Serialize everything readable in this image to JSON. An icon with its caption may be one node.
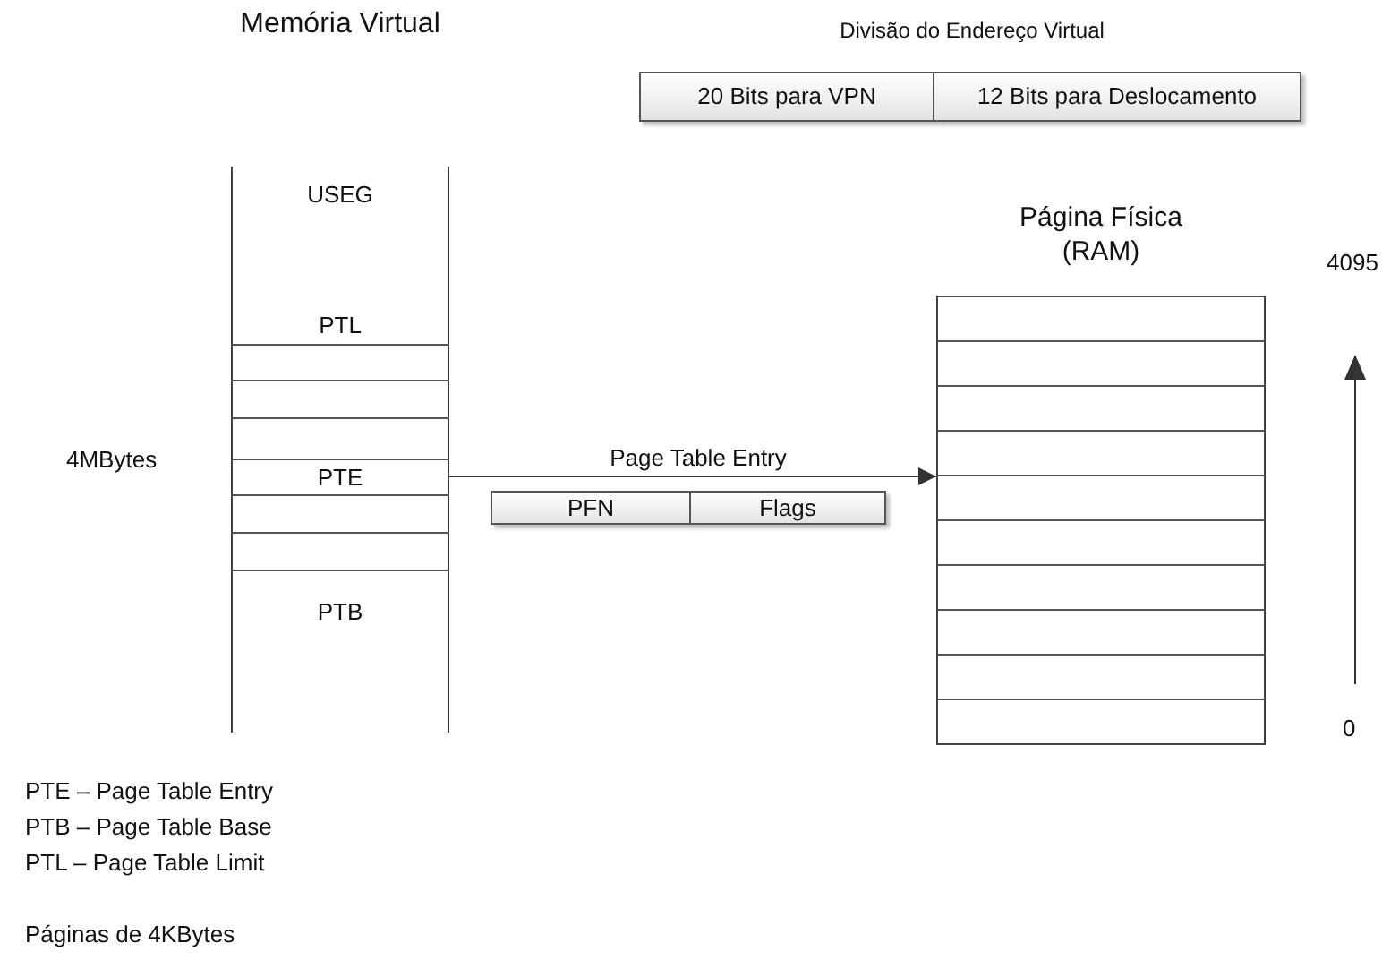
{
  "diagram": {
    "nodes": [
      {
        "text": [
          "Memória Virtual",
          "USEG",
          "PTL",
          "PTB"
        ]
      },
      {
        "text": [
          "PTE"
        ],
        "in": 0
      },
      {
        "text": [
          "Divisão do Endereço Virtual"
        ]
      },
      {
        "text": [
          "20 Bits para VPN"
        ],
        "in": 2
      },
      {
        "text": [
          "12 Bits para Deslocamento"
        ],
        "in": 2
      },
      {
        "text": [
          "PFN"
        ]
      },
      {
        "text": [
          "Flags"
        ]
      },
      {
        "text": [
          "Página Física (RAM)"
        ]
      }
    ],
    "edges": [
      {
        "from": 1,
        "to": 7,
        "arrow": "to",
        "label": "Page Table Entry"
      }
    ],
    "labels": [
      "4MBytes",
      "4095",
      "0",
      "PTE – Page Table Entry",
      "PTB – Page Table Base",
      "PTL – Page Table Limit",
      "Páginas de 4KBytes"
    ]
  }
}
